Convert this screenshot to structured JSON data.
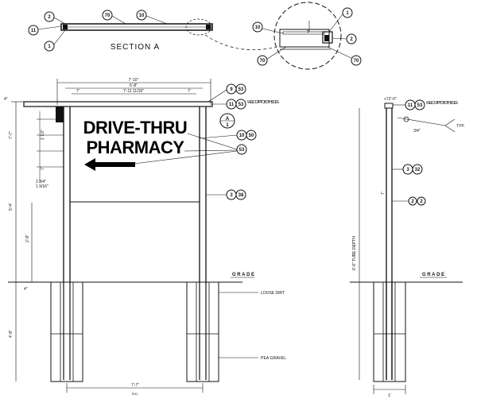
{
  "section_a": {
    "label": "SECTION A",
    "callouts": [
      "2",
      "11",
      "1",
      "70",
      "10"
    ],
    "detail_callouts": [
      "10",
      "1",
      "2",
      "70",
      "70"
    ],
    "dim_mark": "5"
  },
  "front_elevation": {
    "sign_line1": "DRIVE-THRU",
    "sign_line2": "PHARMACY",
    "dims_top": [
      "7'-10\"",
      "6'-8\"",
      "7'-11 11/16\"",
      "7'",
      "7'"
    ],
    "dims_left": [
      "4\"",
      "7'-7\"",
      "5'-4\"",
      "2'-8\"",
      "4\"",
      "2 3/4\"",
      "1 9/16\"",
      "2 1/2\"",
      "7'"
    ],
    "dim_bottom": "7'-7\"",
    "dim_bottom_sub": "o.c.",
    "callouts": [
      {
        "id": "top_cap",
        "a": "9",
        "b": "53"
      },
      {
        "id": "weld_cap",
        "a": "11",
        "b": "53",
        "note": "WELD CAP TO BOTH SIDES"
      },
      {
        "id": "section_marker",
        "top": "A",
        "bottom": "1"
      },
      {
        "id": "face",
        "a": "10",
        "b": "50"
      },
      {
        "id": "letters",
        "a": "53"
      },
      {
        "id": "post",
        "a": "3",
        "b": "38"
      }
    ],
    "grade": "GRADE",
    "loose_dirt": "LOOSE DIRT",
    "pea_gravel": "PEA GRAVEL",
    "depth": "4'-8\""
  },
  "side_elevation": {
    "callouts": [
      {
        "id": "weld_cap",
        "a": "11",
        "b": "53",
        "note": "WELD CAP TO BOTH SIDES"
      },
      {
        "id": "post",
        "a": "3",
        "b": "32"
      },
      {
        "id": "mid",
        "a": "2",
        "b": "2"
      }
    ],
    "top_dim": "+72'-0\"",
    "weld_dim": "3/4\"",
    "weld_typ": "TYP.",
    "height_dim": "6'-6\" TUBE DEPTH",
    "mid_dim": "7'",
    "grade": "GRADE",
    "bottom_dim": "1'"
  },
  "colors": {
    "ink": "#111111",
    "paper": "#ffffff"
  }
}
